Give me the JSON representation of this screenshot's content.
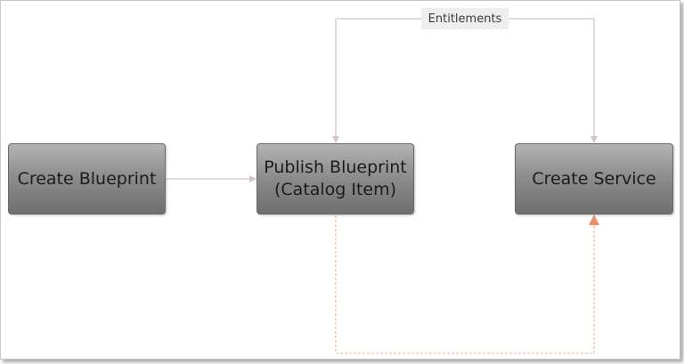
{
  "nodes": {
    "create_blueprint": {
      "label": "Create Blueprint"
    },
    "publish_blueprint": {
      "line1": "Publish Blueprint",
      "line2": "(Catalog Item)"
    },
    "create_service": {
      "label": "Create Service"
    }
  },
  "connector_label": "Entitlements",
  "colors": {
    "solid_connector": "#d6c5c8",
    "dashed_connector": "#f0b49a",
    "arrowhead_dashed": "#e8906a"
  }
}
